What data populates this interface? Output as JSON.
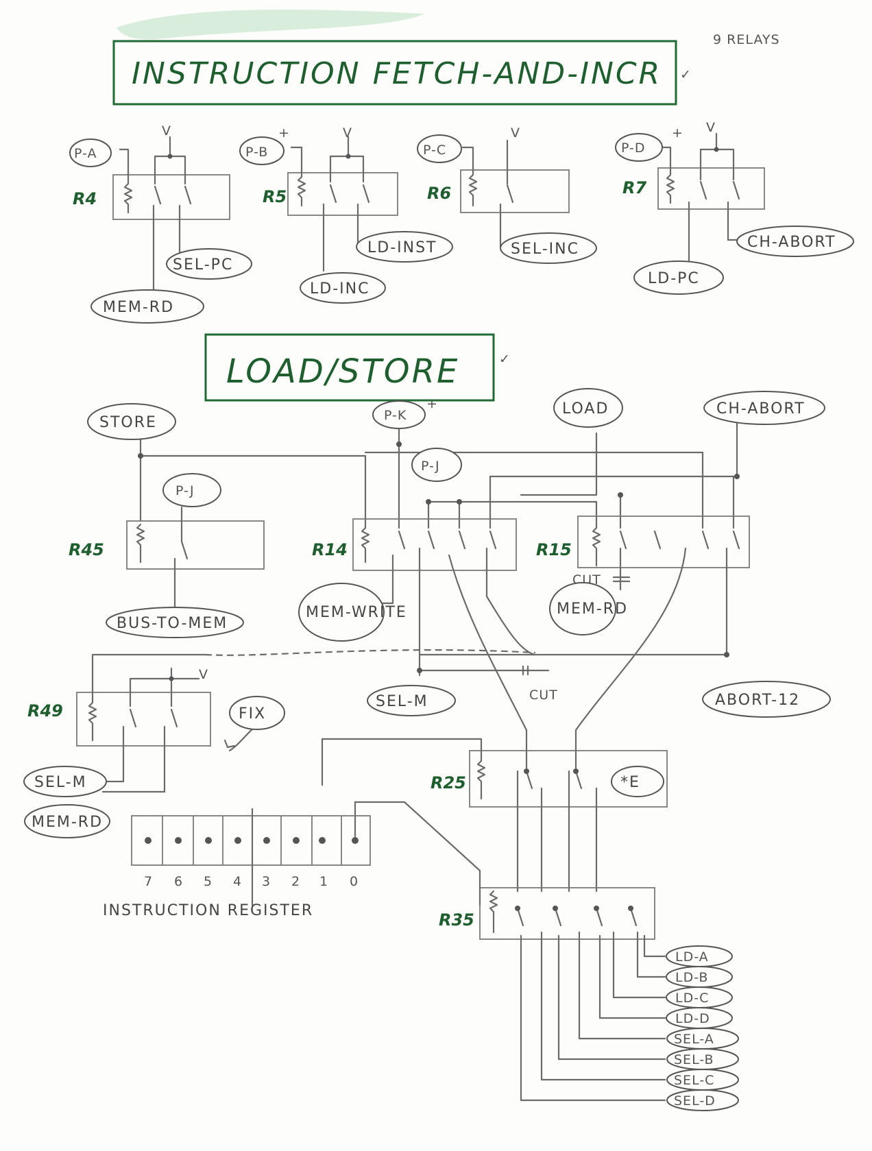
{
  "header": {
    "title": "INSTRUCTION FETCH-AND-INCR",
    "note": "9 RELAYS",
    "check": "✓"
  },
  "section2": {
    "title": "LOAD/STORE",
    "check": "✓"
  },
  "fetch": {
    "relays": [
      {
        "name": "R4",
        "coil": "P-A",
        "supply": "V",
        "outputs": [
          "MEM-RD",
          "SEL-PC"
        ]
      },
      {
        "name": "R5",
        "coil": "P-B",
        "coil_mark": "+",
        "supply": "V",
        "outputs": [
          "LD-INC",
          "LD-INST"
        ]
      },
      {
        "name": "R6",
        "coil": "P-C",
        "supply": "V",
        "outputs": [
          "SEL-INC"
        ]
      },
      {
        "name": "R7",
        "coil": "P-D",
        "coil_mark": "+",
        "supply": "V",
        "outputs": [
          "LD-PC",
          "CH-ABORT"
        ]
      }
    ]
  },
  "loadstore": {
    "inputs": [
      "STORE",
      "P-K",
      "P-J",
      "LOAD",
      "CH-ABORT"
    ],
    "p_k_mark": "+",
    "relays": [
      "R45",
      "R14",
      "R15",
      "R49",
      "R25",
      "R35"
    ],
    "r45_coil": "P-J",
    "r49_supply": "V",
    "outputs": [
      "BUS-TO-MEM",
      "MEM-WRITE",
      "MEM-RD",
      "SEL-M",
      "ABORT-12",
      "SEL-M",
      "MEM-RD"
    ],
    "cut_labels": [
      "CUT",
      "CUT"
    ],
    "fix_note": "FIX",
    "r25_note": "*E",
    "register": {
      "bit_labels": [
        "7",
        "6",
        "5",
        "4",
        "3",
        "2",
        "1",
        "0"
      ],
      "caption": "INSTRUCTION REGISTER"
    },
    "r35_outputs": [
      "LD-A",
      "LD-B",
      "LD-C",
      "LD-D",
      "SEL-A",
      "SEL-B",
      "SEL-C",
      "SEL-D"
    ]
  }
}
